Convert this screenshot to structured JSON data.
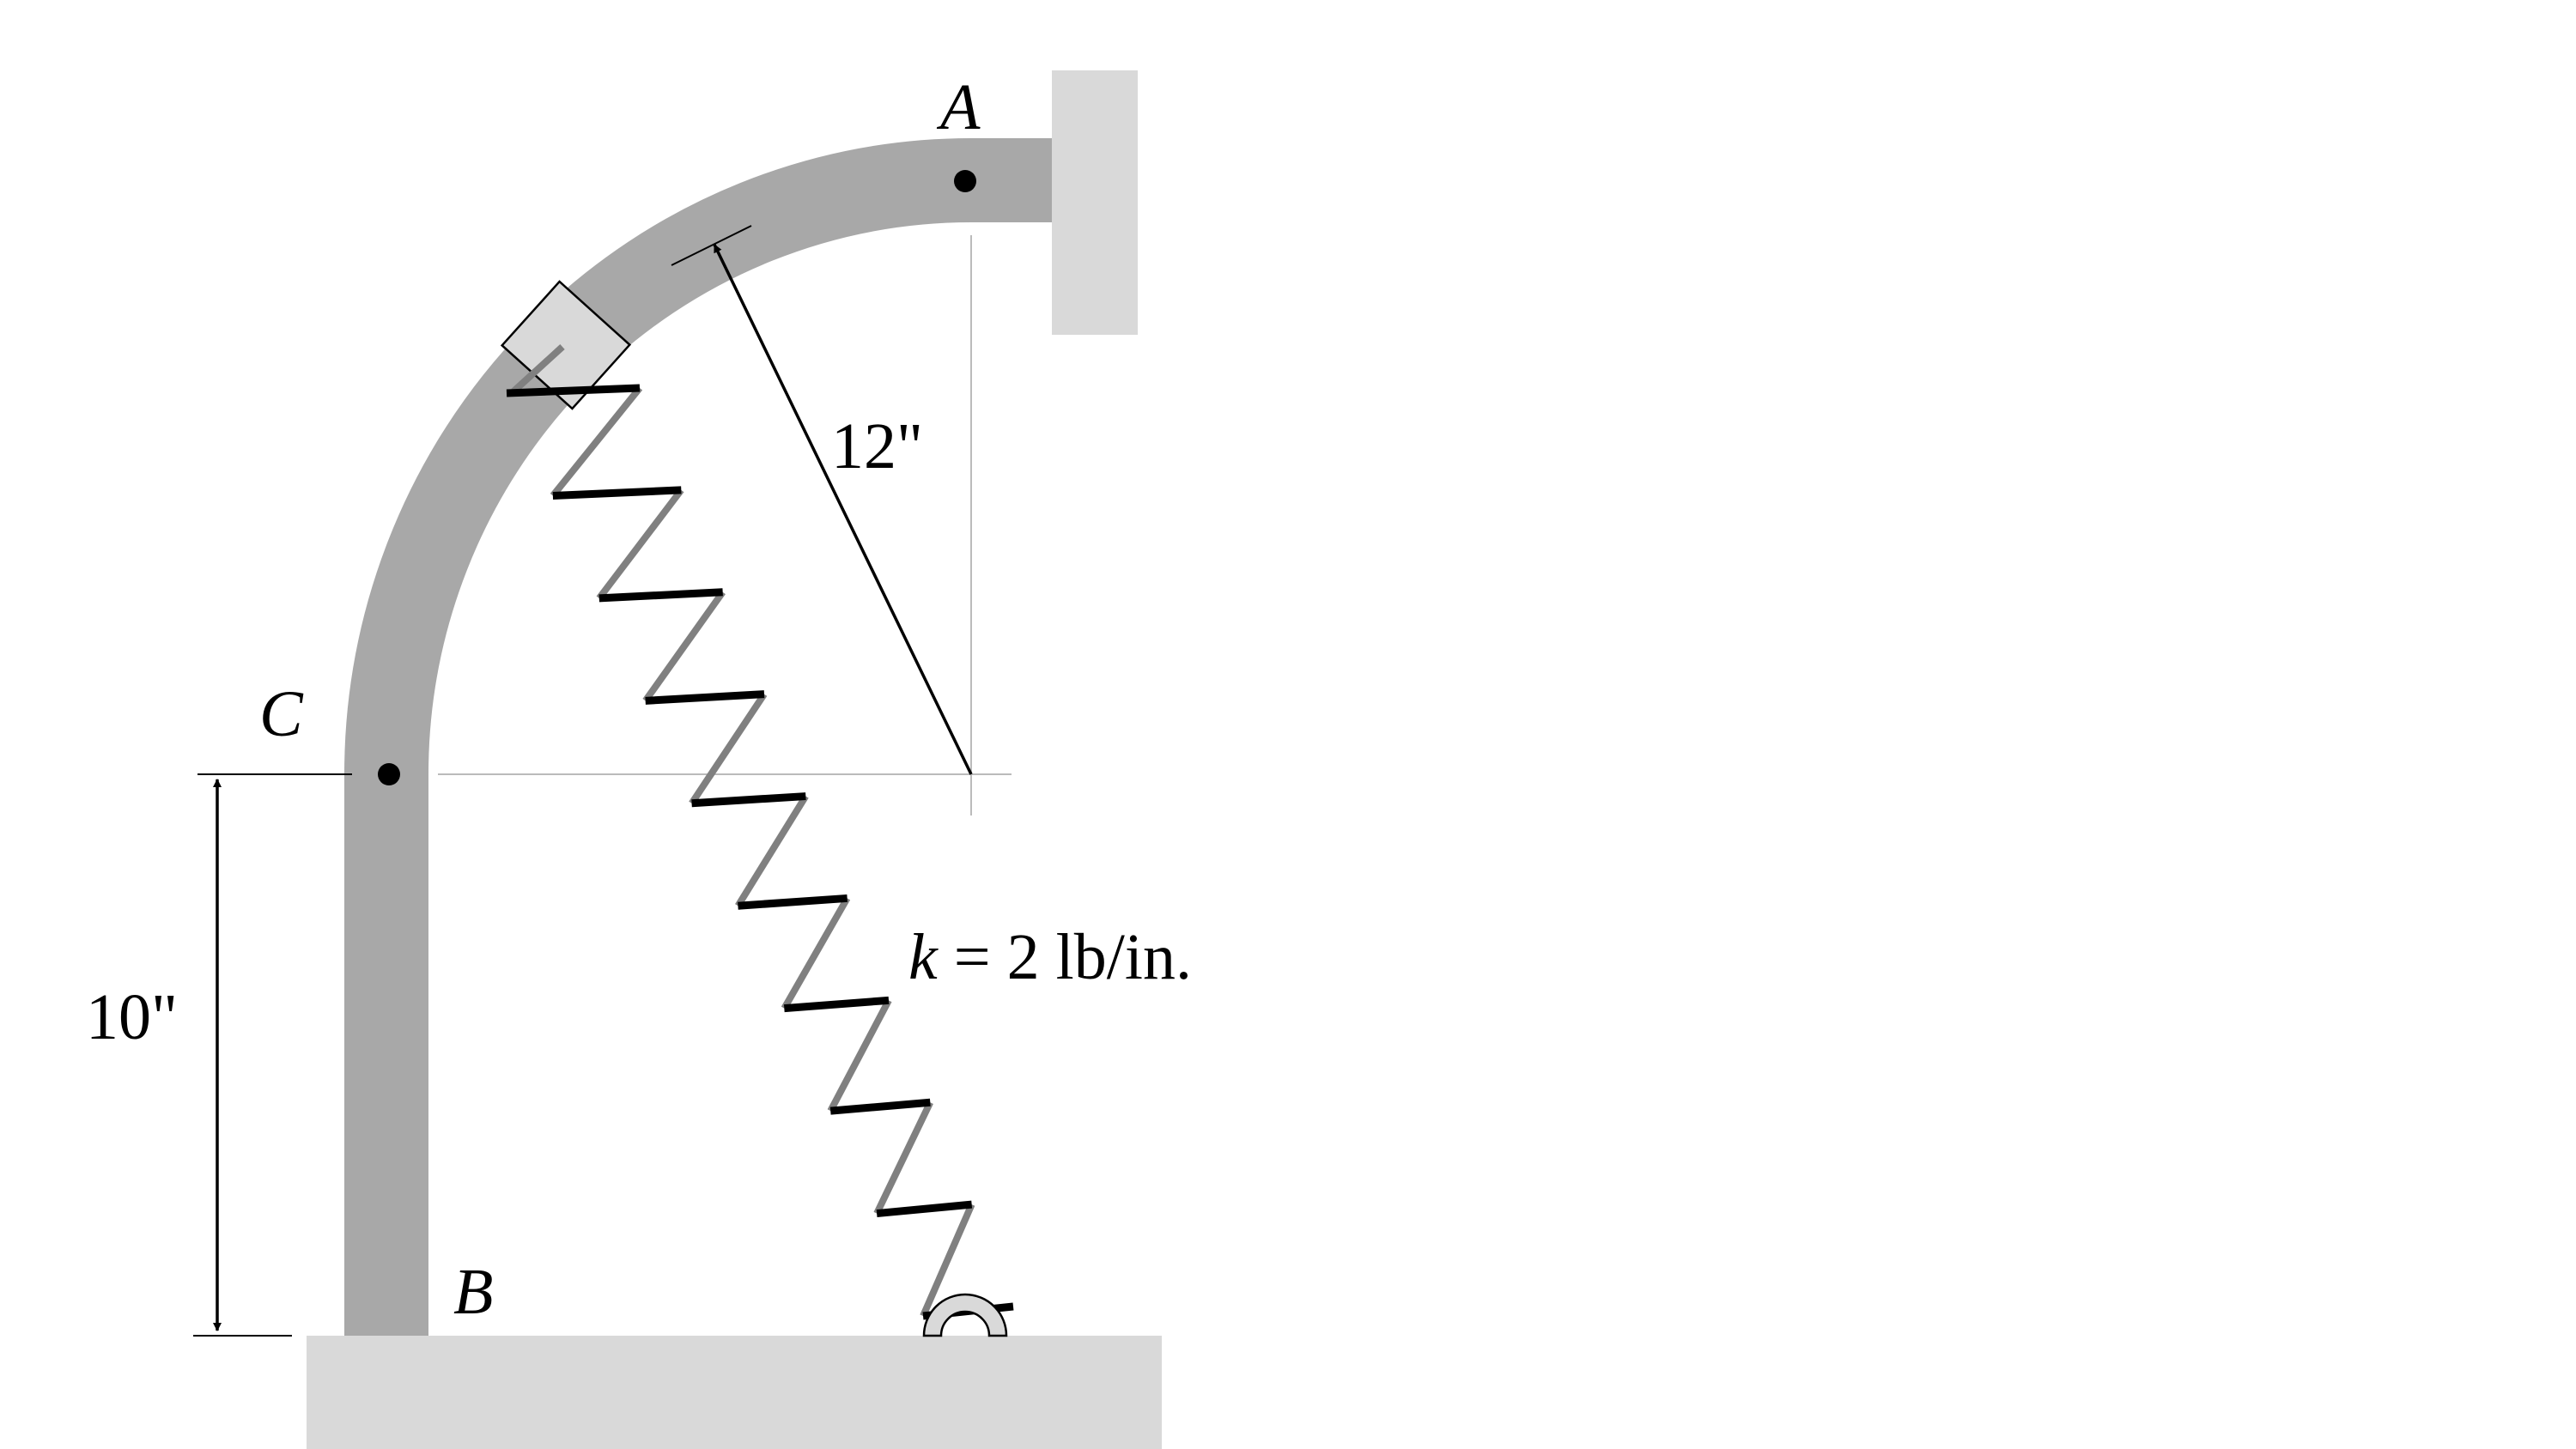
{
  "labels": {
    "point_a": "A",
    "point_b": "B",
    "point_c": "C"
  },
  "dimensions": {
    "radius": "12\"",
    "height": "10\""
  },
  "spring": {
    "symbol": "k",
    "value_text": "= 2 lb/in."
  },
  "colors": {
    "rod": "#a8a8a8",
    "support": "#d9d9d9",
    "collar": "#d9d9d9",
    "spring_front": "#000000",
    "spring_back": "#808080",
    "line": "#000000",
    "centerline": "#bbbbbb"
  }
}
